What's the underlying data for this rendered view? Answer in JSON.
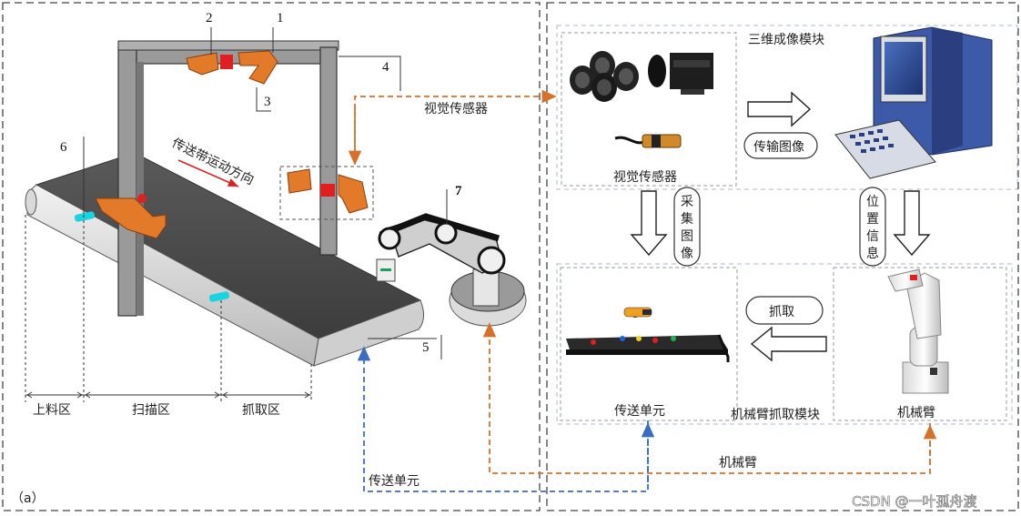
{
  "left_panel": {
    "part_numbers": [
      "1",
      "2",
      "3",
      "4",
      "5",
      "6",
      "7"
    ],
    "belt_direction_label": "传送带运动方向",
    "vision_sensor_arrow_label": "视觉传感器",
    "zones": [
      "上料区",
      "扫描区",
      "抓取区"
    ],
    "panel_tag": "（a）",
    "conveyor_link_label": "传送单元",
    "arm_link_label": "机械臂"
  },
  "right_panel": {
    "imaging_module_title": "三维成像模块",
    "vision_sensor_caption": "视觉传感器",
    "transmit_image_label": "传输图像",
    "collect_image_label": "采集图像",
    "position_info_label": "位置信息",
    "grab_label": "抓取",
    "conveyor_unit_caption": "传送单元",
    "grab_module_title": "机械臂抓取模块",
    "arm_caption": "机械臂"
  },
  "watermark": "CSDN @一叶孤舟渡",
  "colors": {
    "orange_dashed": "#d7702a",
    "blue_dashed": "#3b6cc2",
    "part_orange": "#e27a2a",
    "belt_dark": "#4a4a4a",
    "frame_gray": "#8a8a8a",
    "cyan_marker": "#19d3e0",
    "red_arrow": "#e02020"
  }
}
